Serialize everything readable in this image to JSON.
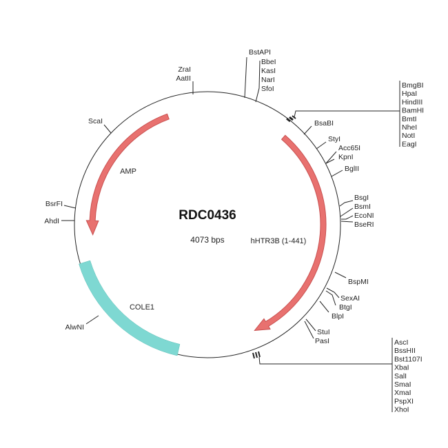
{
  "plasmid": {
    "name": "RDC0436",
    "size_label": "4073 bps"
  },
  "features": [
    {
      "label": "AMP",
      "color": "#e8716f"
    },
    {
      "label": "hHTR3B (1-441)",
      "color": "#e8716f"
    },
    {
      "label": "COLE1",
      "color": "#7ed8d2"
    }
  ],
  "sites": {
    "zrai": "ZraI",
    "aatii": "AatII",
    "bstapi": "BstAPI",
    "bbei": "BbeI",
    "kasi": "KasI",
    "nari": "NarI",
    "sfoi": "SfoI",
    "mcs1": [
      "BmgBI",
      "HpaI",
      "HindIII",
      "BamHI",
      "BmtI",
      "NheI",
      "NotI",
      "EagI"
    ],
    "bsabi": "BsaBI",
    "styi": "StyI",
    "acc65i": "Acc65I",
    "kpni": "KpnI",
    "bglii": "BglII",
    "bsgi": "BsgI",
    "bsmi": "BsmI",
    "econi": "EcoNI",
    "bseri": "BseRI",
    "bspmi": "BspMI",
    "sexai": "SexAI",
    "btgi": "BtgI",
    "blpi": "BlpI",
    "stui": "StuI",
    "pasi": "PasI",
    "mcs2": [
      "AscI",
      "BssHII",
      "Bst1107I",
      "XbaI",
      "SalI",
      "SmaI",
      "XmaI",
      "PspXI",
      "XhoI"
    ],
    "scai": "ScaI",
    "bsrfi": "BsrFI",
    "ahdi": "AhdI",
    "alwni": "AlwNI"
  }
}
